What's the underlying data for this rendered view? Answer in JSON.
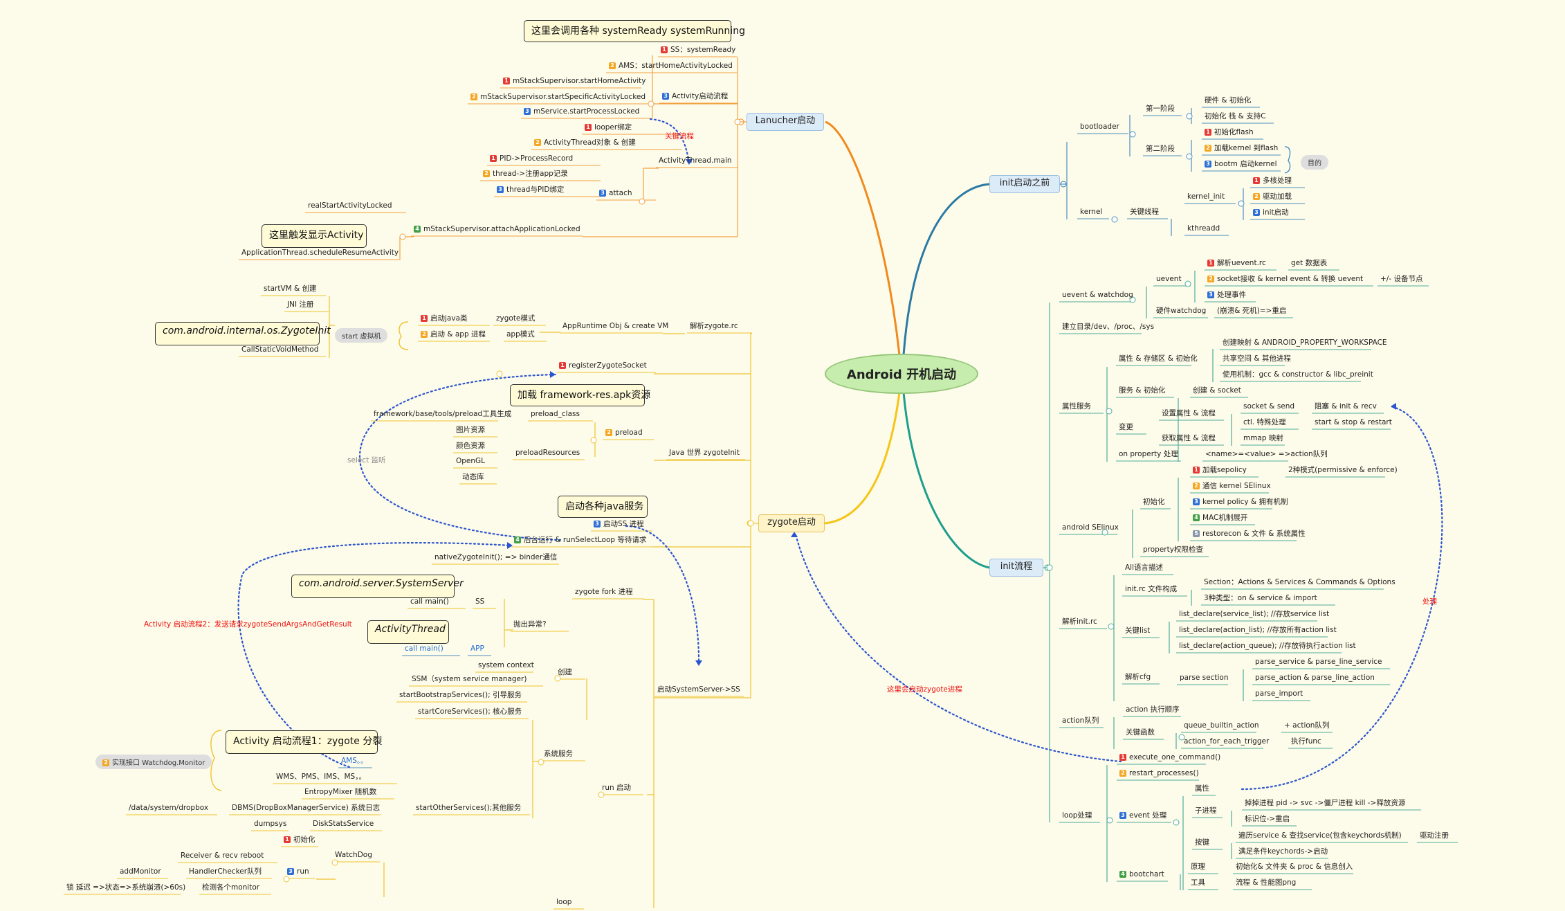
{
  "root": "Android 开机启动",
  "branches": {
    "launcher": "Lanucher启动",
    "zygote": "zygote启动",
    "init_before": "init启动之前",
    "init_flow": "init流程"
  },
  "callouts": {
    "systemready": "这里会调用各种 systemReady systemRunning",
    "show_activity": "这里触发显示Activity",
    "zygoteinit": "com.android.internal.os.ZygoteInit",
    "framework_res": "加载 framework-res.apk资源",
    "java_services": "启动各种java服务",
    "systemserver": "com.android.server.SystemServer",
    "activitythread": "ActivityThread",
    "activity_flow1": "Activity 启动流程1：zygote 分裂"
  },
  "pills": {
    "start_vm": "start 虚拟机",
    "goal": "目的",
    "watchdog_monitor": "实现接口  Watchdog.Monitor"
  },
  "annotations": {
    "key_flow": "关键流程",
    "select_listen": "select 监听",
    "activity_flow2": "Activity 启动流程2：发送请求zygoteSendArgsAndGetResult",
    "init_starts_zygote": "这里会启动zygote进程",
    "handle": "处理"
  },
  "labels": {
    "l_ss_ready": "SS：systemReady",
    "l_ams_home": "AMS：startHomeActivityLocked",
    "l_msv_home": "mStackSupervisor.startHomeActivity",
    "l_msv_specific": "mStackSupervisor.startSpecificActivityLocked",
    "l_mservice": "mService.startProcessLocked",
    "l_activity_flow": "Activity启动流程",
    "l_looper": "looper绑定",
    "l_at_create": "ActivityThread对象 & 创建",
    "l_pid": "PID->ProcessRecord",
    "l_thread_app": "thread->注册app记录",
    "l_thread_pid": "thread与PID绑定",
    "l_attach": "attach",
    "l_at_main": "ActivityThread.main",
    "l_real_start": "realStartActivityLocked",
    "l_msv_attach": "mStackSupervisor.attachApplicationLocked",
    "l_schedule_resume": "ApplicationThread.scheduleResumeActivity",
    "l_startvm": "startVM & 创建",
    "l_jni": "JNI 注册",
    "l_callstatic": "CallStaticVoidMethod",
    "l_start_java": "启动java类",
    "l_start_app": "启动 & app 进程",
    "l_zygote_mode": "zygote模式",
    "l_app_mode": "app模式",
    "l_appruntime": "AppRuntime Obj & create VM",
    "l_parse_rc": "解析zygote.rc",
    "l_register_socket": "registerZygoteSocket",
    "l_preload_tool": "framework/base/tools/preload工具生成",
    "l_preload_class": "preload_class",
    "l_preload": "preload",
    "l_img": "图片资源",
    "l_color": "颜色资源",
    "l_opengl": "OpenGL",
    "l_anim": "动态库",
    "l_preload_res": "preloadResources",
    "l_java_world": "Java 世界  zygoteInit",
    "l_start_ss": "启动SS 进程",
    "l_run_select": "后台运行 & runSelectLoop 等待请求",
    "l_native_zygote": "nativeZygoteInit(); => binder通信",
    "l_zygote_fork": "zygote fork 进程",
    "l_call_main_ss": "call main()",
    "l_ss": "SS",
    "l_throw": "抛出异常?",
    "l_call_main_app": "call main()",
    "l_app": "APP",
    "l_sys_context": "system context",
    "l_ssm": "SSM（system service manager)",
    "l_create": "创建",
    "l_boot_svc": "startBootstrapServices(); 引导服务",
    "l_core_svc": "startCoreServices(); 核心服务",
    "l_sys_svc": "系统服务",
    "l_start_ss_main": "启动SystemServer->SS",
    "l_ams": "AMS。。",
    "l_wms": "WMS、PMS、IMS、MS，。",
    "l_entropy": "EntropyMixer 随机数",
    "l_dropbox_path": "/data/system/dropbox",
    "l_dbms": "DBMS(DropBoxManagerService) 系统日志",
    "l_other_svc": "startOtherServices();其他服务",
    "l_run_start": "run 启动",
    "l_dumpsys": "dumpsys",
    "l_disk": "DiskStatsService",
    "l_init_wd": "初始化",
    "l_watchdog": "WatchDog",
    "l_receiver": "Receiver & recv reboot",
    "l_add_monitor": "addMonitor",
    "l_handler_checker": "HandlerChecker队列",
    "l_run": "run",
    "l_lock": "锁 延迟 =>状态=>系统崩溃(>60s)",
    "l_check_monitor": "检测各个monitor",
    "l_loop": "loop",
    "l_bootloader": "bootloader",
    "l_stage1": "第一阶段",
    "l_hw_init": "硬件 & 初始化",
    "l_init_stack": "初始化 栈 & 支持C",
    "l_stage2": "第二阶段",
    "l_init_flash": "初始化flash",
    "l_load_kernel": "加载kernel 到flash",
    "l_bootm": "bootm 启动kernel",
    "l_kernel": "kernel",
    "l_key_thread": "关键线程",
    "l_kernel_init": "kernel_init",
    "l_multicore": "多核处理",
    "l_driver": "驱动加载",
    "l_init_start": "init启动",
    "l_kthreadd": "kthreadd",
    "l_uevent_wd": "uevent & watchdog",
    "l_uevent": "uevent",
    "l_parse_ueventrc": "解析uevent.rc",
    "l_get_data": "get 数据表",
    "l_socket_kernel": "socket接收 & kernel event & 转换 uevent",
    "l_add_node": "+/- 设备节点",
    "l_handle_event": "处理事件",
    "l_hw_watchdog": "硬件watchdog",
    "l_crash_restart": "(崩溃& 死机)=>重启",
    "l_mkdir": "建立目录/dev、/proc、/sys",
    "l_props_share": "属性 & 存储区 & 初始化",
    "l_create_map": "创建映射 & ANDROID_PROPERTY_WORKSPACE",
    "l_shared": "共享空间 & 其他进程",
    "l_use_gcc": "使用机制：gcc & constructor & libc_preinit",
    "l_prop_svc": "属性服务",
    "l_svc_init": "服务 & 初始化",
    "l_create_socket": "创建 & socket",
    "l_change": "变更",
    "l_set_prop": "设置属性 & 流程",
    "l_socket_send": "socket & send",
    "l_block_init": "阻塞 & init & recv",
    "l_ctl": "ctl. 特殊处理",
    "l_start_stop": "start & stop & restart",
    "l_get_prop": "获取属性 & 流程",
    "l_mmap": "mmap 映射",
    "l_on_prop": "on property 处理",
    "l_name_value": "<name>=<value> =>action队列",
    "l_selinux": "android SElinux",
    "l_selinux_init": "初始化",
    "l_load_sepolicy": "加载sepolicy",
    "l_two_modes": "2种模式(permissive & enforce)",
    "l_notify_kernel": "通信 kernel SElinux",
    "l_kernel_policy": "kernel policy & 拥有机制",
    "l_mac": "MAC机制展开",
    "l_restorecon": "restorecon & 文件 & 系统属性",
    "l_prop_check": "property权限检查",
    "l_parse_initrc": "解析init.rc",
    "l_all_lang": "All语言描述",
    "l_initrc_struct": "init.rc 文件构成",
    "l_section": "Section：Actions & Services & Commands & Options",
    "l_three_types": "3种类型：on & service & import",
    "l_keylist": "关键list",
    "l_service_list": "list_declare(service_list);   //存放service list",
    "l_action_list": "list_declare(action_list);    //存放所有action list",
    "l_action_queue": "list_declare(action_queue);   //存放待执行action list",
    "l_parse_cfg": "解析cfg",
    "l_parse_section": "parse section",
    "l_parse_service": "parse_service & parse_line_service",
    "l_parse_action": "parse_action & parse_line_action",
    "l_parse_import": "parse_import",
    "l_action_queue2": "action队列",
    "l_action_order": "action 执行顺序",
    "l_key_func": "关键函数",
    "l_queue_builtin": "queue_builtin_action",
    "l_plus_action": "+ action队列",
    "l_action_trigger": "action_for_each_trigger",
    "l_exec_func": "执行func",
    "l_loop_handle": "loop处理",
    "l_exec_cmd": "execute_one_command()",
    "l_restart_proc": "restart_processes()",
    "l_event_handle": "event 处理",
    "l_prop": "属性",
    "l_child": "子进程",
    "l_kill_zombie": "掉掉进程 pid -> svc ->僵尸进程 kill ->释放资源",
    "l_mark_restart": "标识位->重启",
    "l_key": "按键",
    "l_loop_service": "遍历service & 查找service(包含keychords机制)",
    "l_driver_reg": "驱动注册",
    "l_satisfy": "满足条件keychords->启动",
    "l_bootchart": "bootchart",
    "l_principle": "原理",
    "l_init_file": "初始化& 文件夹 & proc & 信息创入",
    "l_tools": "工具",
    "l_flow_png": "流程 & 性能图png"
  },
  "colors": {
    "launcher": "#f08a1e",
    "zygote": "#f5c518",
    "init_before": "#2a7aa5",
    "init_flow": "#1e9e8c",
    "launcher_line": "#f3a241",
    "zygote_line": "#efc430",
    "init_before_line": "#4a8fc0",
    "init_flow_line": "#4fae9c",
    "link": "#2b55d0"
  }
}
